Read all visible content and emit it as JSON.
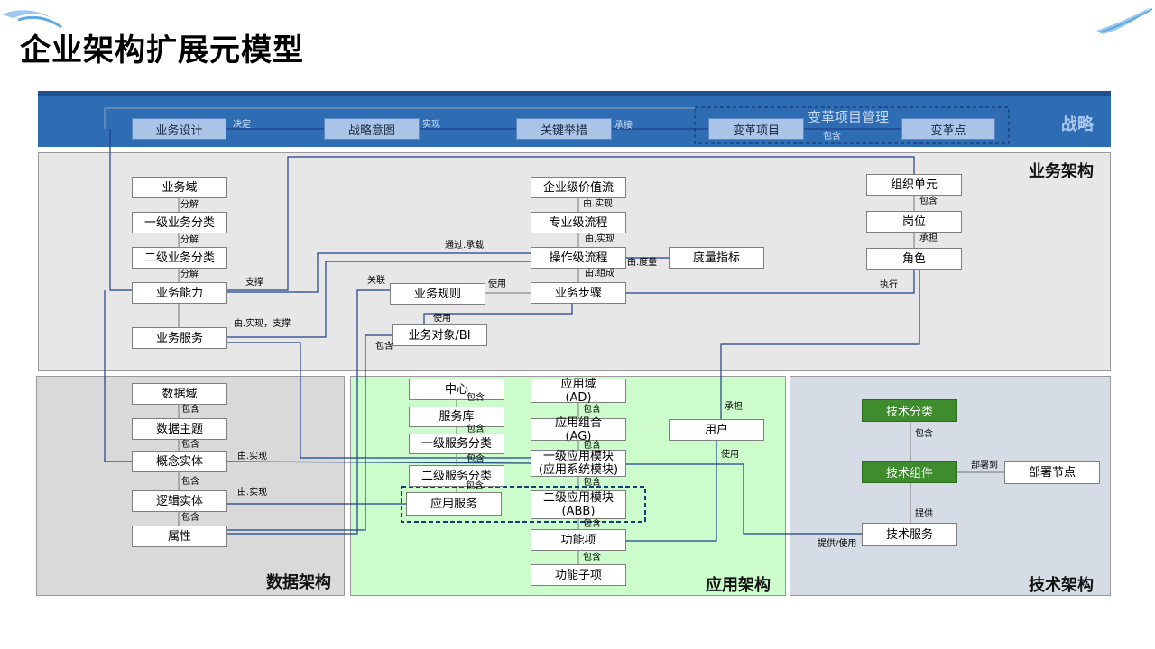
{
  "title": "企业架构扩展元模型",
  "strategy": {
    "label": "战略",
    "group_label": "变革项目管理",
    "boxes": [
      "业务设计",
      "战略意图",
      "关键举措",
      "变革项目",
      "变革点"
    ],
    "links": [
      "决定",
      "实现",
      "承接",
      "包含"
    ]
  },
  "business": {
    "label": "业务架构",
    "boxes": {
      "domain": "业务域",
      "l1": "一级业务分类",
      "l2": "二级业务分类",
      "capability": "业务能力",
      "service": "业务服务",
      "value_stream": "企业级价值流",
      "pro_process": "专业级流程",
      "op_process": "操作级流程",
      "metric": "度量指标",
      "rule": "业务规则",
      "step": "业务步骤",
      "object": "业务对象/BI",
      "org_unit": "组织单元",
      "position": "岗位",
      "role": "角色"
    },
    "links": {
      "split1": "分解",
      "split2": "分解",
      "split3": "分解",
      "support": "支撑",
      "by_realize_support": "由.实现，支撑",
      "via_carry": "通过.承载",
      "associate": "关联",
      "use1": "使用",
      "use2": "使用",
      "contain_obj": "包含",
      "vs_realize": "由.实现",
      "pp_realize": "由.实现",
      "by_measure": "由.度量",
      "by_compose": "由.组成",
      "org_contain": "包含",
      "undertake": "承担",
      "execute": "执行"
    }
  },
  "data": {
    "label": "数据架构",
    "boxes": [
      "数据域",
      "数据主题",
      "概念实体",
      "逻辑实体",
      "属性"
    ],
    "links": {
      "c1": "包含",
      "c2": "包含",
      "c3": "包含",
      "c4": "包含",
      "r1": "由.实现",
      "r2": "由.实现"
    }
  },
  "application": {
    "label": "应用架构",
    "boxes": {
      "center": "中心",
      "service_lib": "服务库",
      "svc_l1": "一级服务分类",
      "svc_l2": "二级服务分类",
      "app_service": "应用服务",
      "app_domain": "应用域\n(AD)",
      "app_group": "应用组合\n(AG)",
      "module_l1": "一级应用模块\n(应用系统模块)",
      "module_l2": "二级应用模块\n(ABB)",
      "feature": "功能项",
      "sub_feature": "功能子项",
      "user": "用户"
    },
    "links": {
      "a1": "包含",
      "a2": "包含",
      "a3": "包含",
      "a4": "包含",
      "b1": "包含",
      "b2": "包含",
      "b3": "包含",
      "b4": "包含",
      "b5": "包含",
      "bear": "承担",
      "use": "使用"
    }
  },
  "technology": {
    "label": "技术架构",
    "boxes": {
      "category": "技术分类",
      "component": "技术组件",
      "service": "技术服务",
      "node": "部署节点"
    },
    "links": {
      "contain": "包含",
      "deploy": "部署到",
      "provide": "提供",
      "provide_use": "提供/使用"
    }
  },
  "colors": {
    "strategy_band": "#2e6db4",
    "business_bg": "#e7e7e7",
    "data_bg": "#d9d9d9",
    "app_bg": "#ccfccc",
    "tech_bg": "#d6dce5",
    "tech_green": "#3e8c2e",
    "line": "#1f3f8a"
  }
}
